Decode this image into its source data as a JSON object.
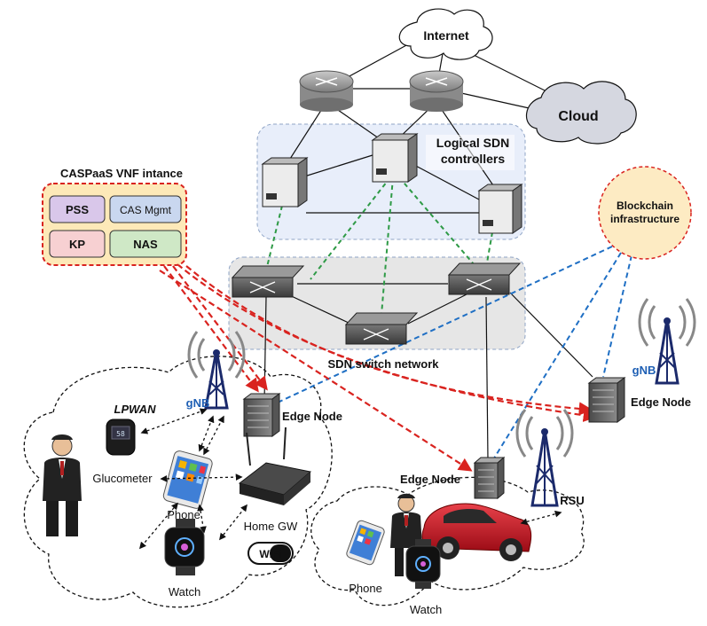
{
  "cloud_labels": {
    "internet": "Internet",
    "cloud": "Cloud"
  },
  "sdn": {
    "controllers_line1": "Logical SDN",
    "controllers_line2": "controllers",
    "switch_network": "SDN switch network"
  },
  "vnf": {
    "title": "CASPaaS VNF intance",
    "modules": [
      "PSS",
      "CAS Mgmt",
      "KP",
      "NAS"
    ]
  },
  "blockchain": {
    "line1": "Blockchain",
    "line2": "infrastructure"
  },
  "home_area": {
    "lpwan": "LPWAN",
    "gnb": "gNB",
    "edge_node": "Edge Node",
    "glucometer": "Glucometer",
    "phone": "Phone",
    "home_gw": "Home GW",
    "watch": "Watch",
    "wifi": "WiFi"
  },
  "vehicle_area": {
    "edge_node_mid": "Edge Node",
    "edge_node_right": "Edge Node",
    "gnb_right": "gNB",
    "rsu": "RSU",
    "phone": "Phone",
    "watch": "Watch"
  },
  "colors": {
    "red_link": "#d9231f",
    "blue_link": "#1f6fc4",
    "green_link": "#2e9a46",
    "gnb_label": "#1e5fb4",
    "controller_region": "#e8eefa",
    "switch_region": "#e6e6e6",
    "vnf_box": "#fde9b8",
    "blockchain_fill": "#fdebc3"
  }
}
